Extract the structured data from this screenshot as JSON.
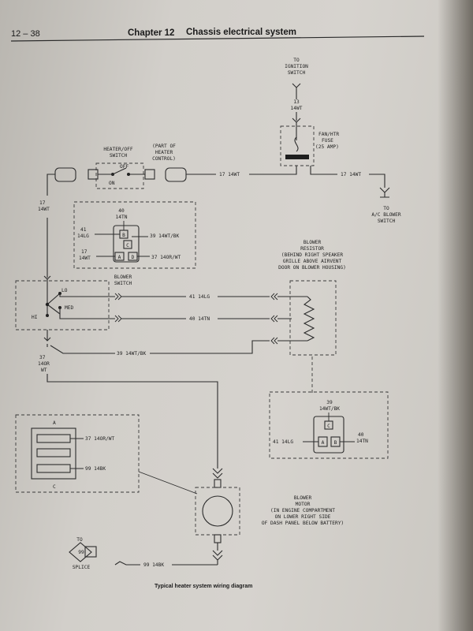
{
  "header": {
    "page_number": "12 – 38",
    "chapter": "Chapter 12",
    "title": "Chassis electrical system"
  },
  "caption": "Typical heater system wiring diagram",
  "labels": {
    "ign_to": "TO",
    "ign_1": "IGNITION",
    "ign_2": "SWITCH",
    "ign_wire_num": "13",
    "ign_wire_color": "14WT",
    "fuse_1": "FAN/HTR",
    "fuse_2": "FUSE",
    "fuse_3": "(25 AMP)",
    "heater_sw_1": "HEATER/OFF",
    "heater_sw_2": "SWITCH",
    "part_of_1": "(PART OF",
    "part_of_2": "HEATER",
    "part_of_3": "CONTROL)",
    "off": "OFF",
    "on": "ON",
    "wire_17_main": "17  14WT",
    "wire_17_right": "17  14WT",
    "wire_17_num": "17",
    "wire_17_color": "14WT",
    "ac_to": "TO",
    "ac_1": "A/C BLOWER",
    "ac_2": "SWITCH",
    "conn_40": "40",
    "conn_14tn": "14TN",
    "conn_41": "41",
    "conn_14lg": "14LG",
    "conn_39": "39  14WT/BK",
    "conn_17": "17",
    "conn_14wt": "14WT",
    "conn_37": "37  14OR/WT",
    "pin_b": "B",
    "pin_c": "C",
    "pin_a": "A",
    "pin_d": "D",
    "blower_sw_1": "BLOWER",
    "blower_sw_2": "SWITCH",
    "lo": "LO",
    "med": "MED",
    "hi": "HI",
    "wire_41": "41  14LG",
    "wire_40": "40  14TN",
    "wire_39": "39  14WT/BK",
    "res_1": "BLOWER",
    "res_2": "RESISTOR",
    "res_3": "(BEHIND RIGHT SPEAKER",
    "res_4": "GRILLE ABOVE AIRVENT",
    "res_5": "DOOR ON BLOWER HOUSING)",
    "w37_num": "37",
    "w37_color": "14OR",
    "w37_color2": "WT",
    "rc_39": "39",
    "rc_39c": "14WT/BK",
    "rc_41": "41  14LG",
    "rc_40": "40",
    "rc_40c": "14TN",
    "lc_a": "A",
    "lc_c": "C",
    "lc_37": "37  14OR/WT",
    "lc_99": "99  14BK",
    "motor_1": "BLOWER",
    "motor_2": "MOTOR",
    "motor_3": "(IN ENGINE COMPARTMENT",
    "motor_4": "ON LOWER RIGHT SIDE",
    "motor_5": "OF DASH PANEL BELOW BATTERY)",
    "splice_to": "TO",
    "splice_num": "99",
    "splice": "SPLICE",
    "wire_99": "99  14BK"
  }
}
